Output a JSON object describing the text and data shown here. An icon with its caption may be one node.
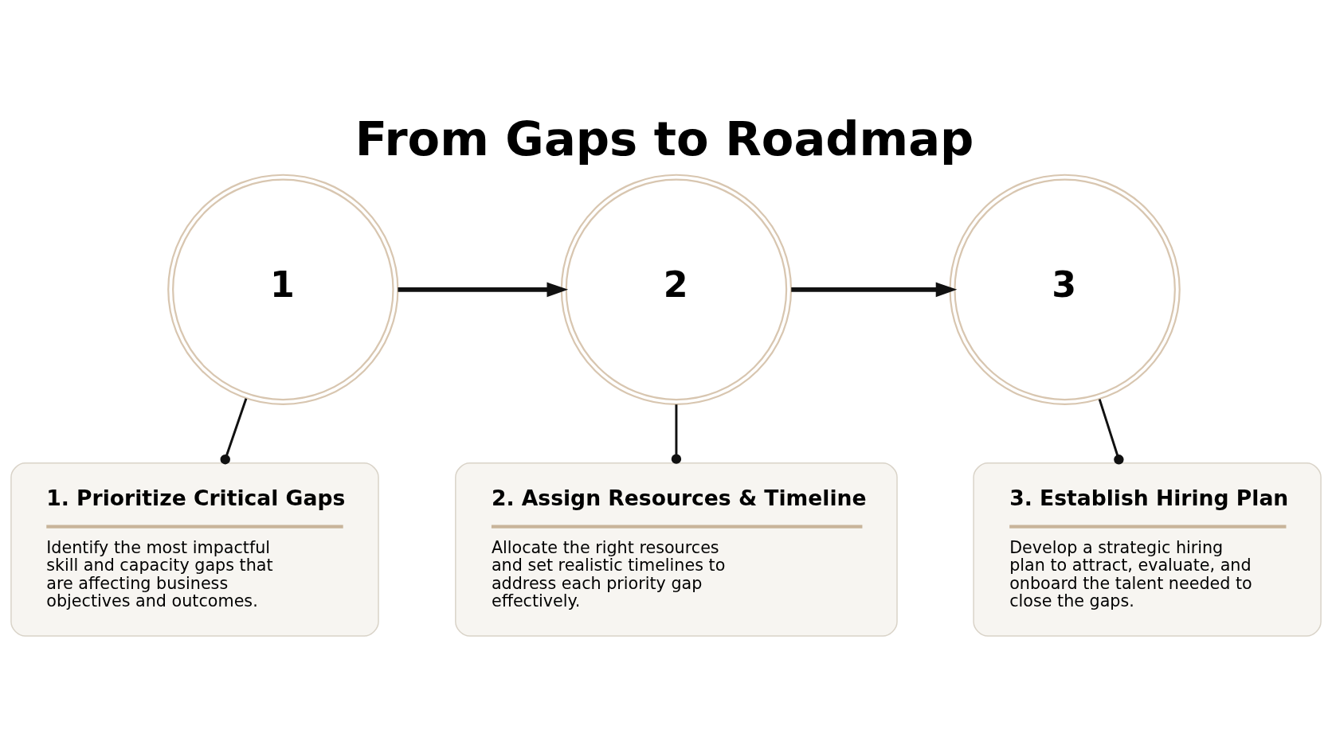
{
  "diagram": {
    "title": "From Gaps to Roadmap",
    "nodes": [
      {
        "text": [
          "1"
        ]
      },
      {
        "text": [
          "2"
        ]
      },
      {
        "text": [
          "3"
        ]
      },
      {
        "text": [
          "1. Prioritize Critical Gaps",
          "Identify the most impactful skill and capacity gaps that are affecting business objectives and outcomes."
        ]
      },
      {
        "text": [
          "2. Assign Resources & Timeline",
          "Allocate the right resources and set realistic timelines to address each priority gap effectively."
        ]
      },
      {
        "text": [
          "3. Establish Hiring Plan",
          "Develop a strategic hiring plan to attract, evaluate, and onboard the talent needed to close the gaps."
        ]
      }
    ],
    "edges": [
      {
        "from": 0,
        "to": 1,
        "arrow": "to",
        "style": "thick"
      },
      {
        "from": 1,
        "to": 2,
        "arrow": "to",
        "style": "thick"
      },
      {
        "from": 0,
        "to": 3,
        "arrow": "other"
      },
      {
        "from": 1,
        "to": 4,
        "arrow": "other"
      },
      {
        "from": 2,
        "to": 5,
        "arrow": "other"
      }
    ]
  }
}
